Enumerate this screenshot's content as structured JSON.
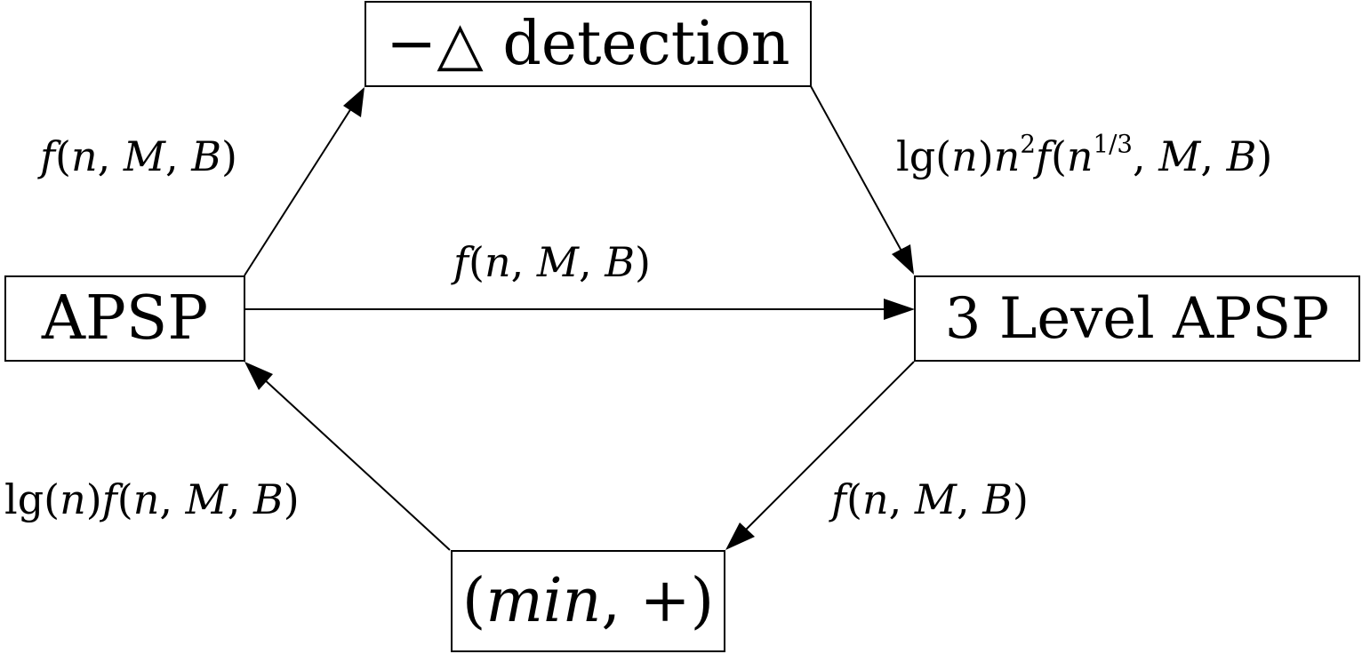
{
  "nodes": {
    "neg_triangle": {
      "op": "−△",
      "word": "detection"
    },
    "apsp": {
      "label": "APSP"
    },
    "three_level": {
      "label": "3 Level APSP"
    },
    "minplus": {
      "open": "(",
      "min": "min",
      "comma": ",",
      "plus": "+",
      "close": ")"
    }
  },
  "edges": {
    "apsp_to_triangle": {
      "fn": "f",
      "open": "(",
      "n": "n",
      "sep1": ", ",
      "M": "M",
      "sep2": ", ",
      "B": "B",
      "close": ")"
    },
    "triangle_to_three_level": {
      "lg": "lg",
      "open1": "(",
      "n1": "n",
      "close1": ")",
      "n2": "n",
      "sq": "2",
      "fn": "f",
      "open2": "(",
      "n3": "n",
      "frac": "1/3",
      "sep1": ", ",
      "M": "M",
      "sep2": ", ",
      "B": "B",
      "close2": ")"
    },
    "apsp_to_three_level": {
      "fn": "f",
      "open": "(",
      "n": "n",
      "sep1": ", ",
      "M": "M",
      "sep2": ", ",
      "B": "B",
      "close": ")"
    },
    "three_level_to_minplus": {
      "fn": "f",
      "open": "(",
      "n": "n",
      "sep1": ", ",
      "M": "M",
      "sep2": ", ",
      "B": "B",
      "close": ")"
    },
    "minplus_to_apsp": {
      "lg": "lg",
      "open1": "(",
      "n1": "n",
      "close1": ")",
      "fn": "f",
      "open2": "(",
      "n2": "n",
      "sep1": ", ",
      "M": "M",
      "sep2": ", ",
      "B": "B",
      "close2": ")"
    }
  }
}
